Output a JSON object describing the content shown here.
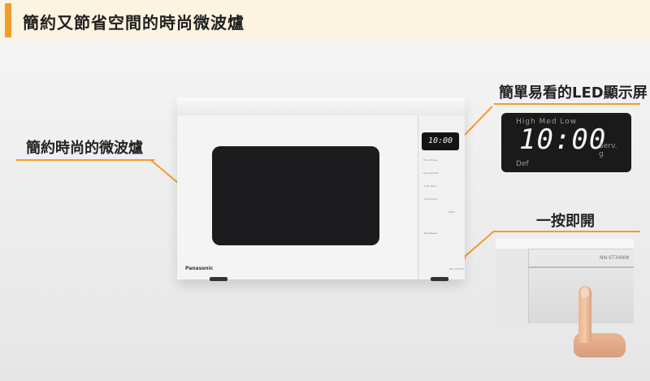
{
  "header": {
    "title": "簡約又節省空間的時尚微波爐"
  },
  "callouts": {
    "left": "簡約時尚的微波爐",
    "led": "簡單易看的LED顯示屏",
    "open": "一按即開"
  },
  "microwave": {
    "brand": "Panasonic",
    "panel_display": "10:00",
    "buttons": [
      "Micro Power",
      "Auto Defrost",
      "Auto Menu",
      "Time/Clock",
      "Start",
      "Stop/Reset"
    ],
    "panel_model": "NN-ST34NW"
  },
  "led_display": {
    "levels": "High Med Low",
    "time": "10:00",
    "serv": "Serv.",
    "serv_unit": "g",
    "def": "Def"
  },
  "closeup": {
    "model": "NN-ST34NW"
  },
  "colors": {
    "accent": "#f39c2a",
    "header_bg": "#fdf3e1"
  }
}
